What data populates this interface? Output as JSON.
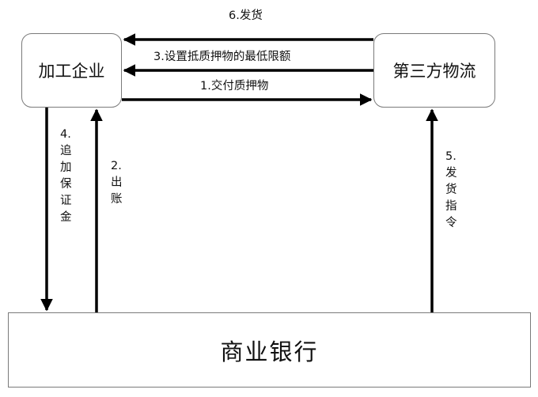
{
  "nodes": {
    "processor": "加工企业",
    "logistics": "第三方物流",
    "bank": "商业银行"
  },
  "edges": {
    "ship": "6.发货",
    "set_min": "3.设置抵质押物的最低限额",
    "deliver_collateral": "1.交付质押物",
    "add_deposit": "4.追加保证金",
    "disburse": "2.出账",
    "ship_order": "5.发货指令"
  },
  "colors": {
    "arrow": "#000000",
    "border": "#7a7a7a"
  }
}
